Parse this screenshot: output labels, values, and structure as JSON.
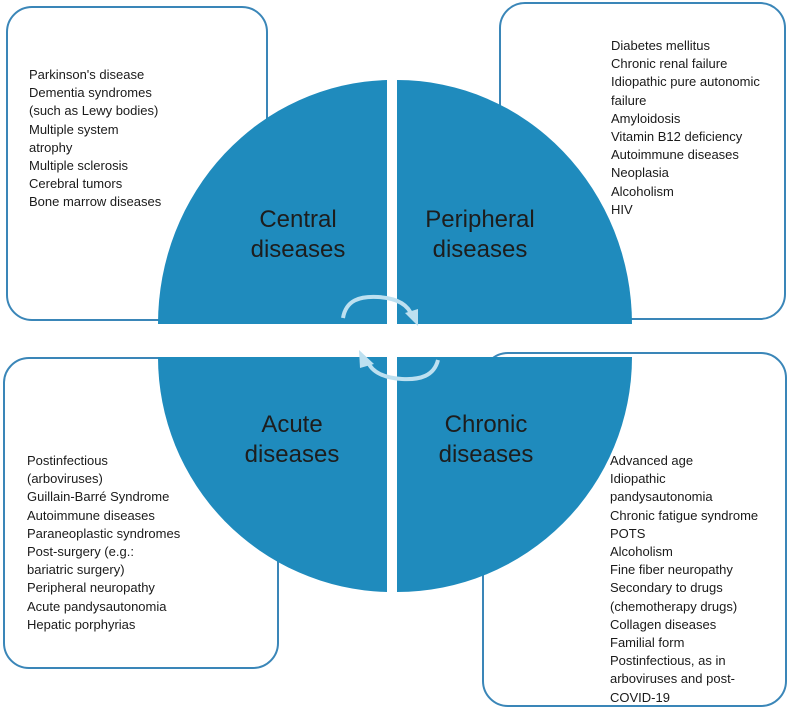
{
  "colors": {
    "quadrant_fill": "#1f8bbd",
    "box_border": "#3a86b8",
    "arrow": "#bde0f0"
  },
  "quadrants": {
    "top_left": {
      "label_line1": "Central",
      "label_line2": "diseases"
    },
    "top_right": {
      "label_line1": "Peripheral",
      "label_line2": "diseases"
    },
    "bottom_left": {
      "label_line1": "Acute",
      "label_line2": "diseases"
    },
    "bottom_right": {
      "label_line1": "Chronic",
      "label_line2": "diseases"
    }
  },
  "lists": {
    "top_left": [
      "Parkinson's disease",
      "Dementia syndromes",
      "(such as Lewy bodies)",
      "Multiple system",
      "atrophy",
      "Multiple sclerosis",
      "Cerebral tumors",
      "Bone marrow diseases"
    ],
    "top_right": [
      "Diabetes mellitus",
      "Chronic renal failure",
      "Idiopathic pure autonomic",
      "failure",
      "Amyloidosis",
      "Vitamin B12 deficiency",
      "Autoimmune diseases",
      "Neoplasia",
      "Alcoholism",
      "HIV"
    ],
    "bottom_left": [
      "Postinfectious",
      "(arboviruses)",
      "Guillain-Barré Syndrome",
      "Autoimmune diseases",
      "Paraneoplastic syndromes",
      "Post-surgery (e.g.:",
      "bariatric surgery)",
      "Peripheral neuropathy",
      "Acute pandysautonomia",
      "Hepatic porphyrias"
    ],
    "bottom_right": [
      "Advanced age",
      "Idiopathic",
      "pandysautonomia",
      "Chronic fatigue syndrome",
      "POTS",
      "Alcoholism",
      "Fine fiber neuropathy",
      "Secondary to drugs",
      "(chemotherapy drugs)",
      "Collagen diseases",
      "Familial form",
      "Postinfectious, as in",
      "arboviruses and post-",
      "COVID-19"
    ]
  }
}
